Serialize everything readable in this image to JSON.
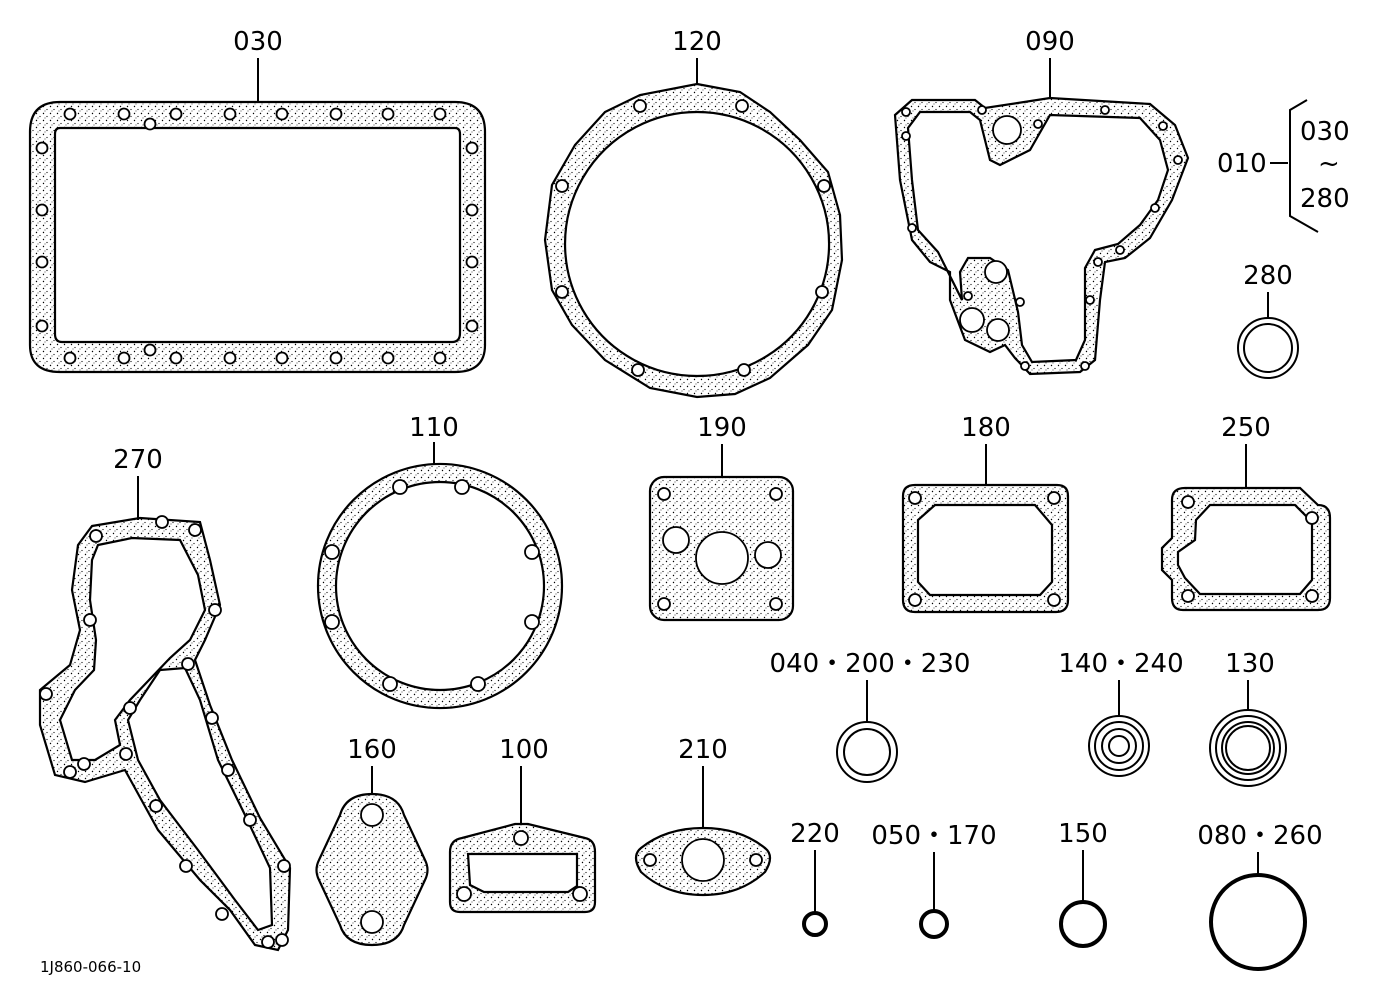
{
  "drawing_number": "1J860-066-10",
  "kit": {
    "label": "010",
    "range_start": "030",
    "range_mark": "~",
    "range_end": "280"
  },
  "part_labels": {
    "p030": "030",
    "p120": "120",
    "p090": "090",
    "p280": "280",
    "p270": "270",
    "p110": "110",
    "p190": "190",
    "p180": "180",
    "p250": "250",
    "p040_200_230": "040・200・230",
    "p140_240": "140・240",
    "p130": "130",
    "p160": "160",
    "p100": "100",
    "p210": "210",
    "p220": "220",
    "p050_170": "050・170",
    "p150": "150",
    "p080_260": "080・260"
  }
}
